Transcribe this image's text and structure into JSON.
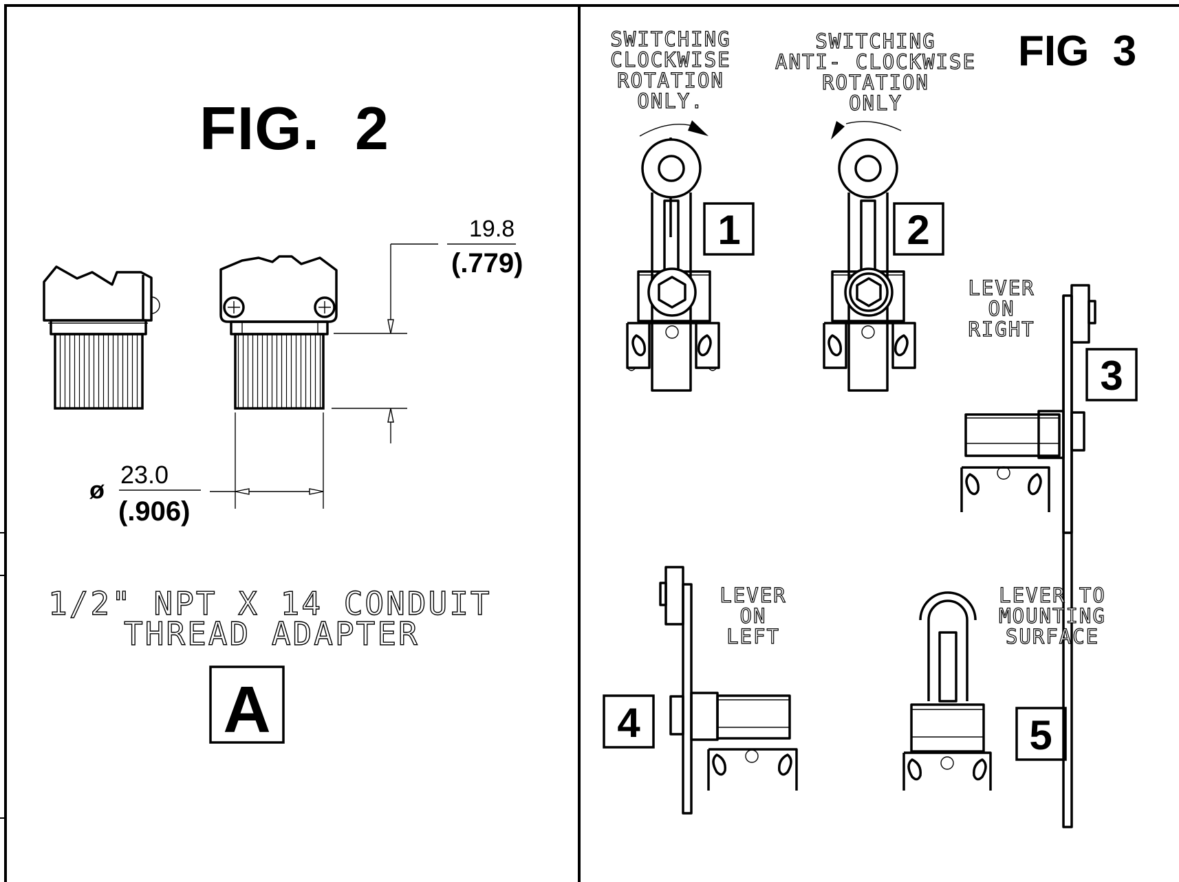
{
  "fig2": {
    "title": "FIG.  2",
    "dim_height_mm": "19.8",
    "dim_height_in": "(.779)",
    "dia_symbol": "ø",
    "dim_dia_mm": "23.0",
    "dim_dia_in": "(.906)",
    "caption_line1": "1/2\" NPT X 14 CONDUIT",
    "caption_line2": "THREAD ADAPTER",
    "letter": "A"
  },
  "fig3": {
    "title": "FIG  3",
    "note1": [
      "SWITCHING",
      "CLOCKWISE",
      "ROTATION",
      "ONLY."
    ],
    "note2": [
      "SWITCHING",
      "ANTI- CLOCKWISE",
      "ROTATION",
      "ONLY"
    ],
    "note3": [
      "LEVER",
      "ON",
      "RIGHT"
    ],
    "note4": [
      "LEVER",
      "ON",
      "LEFT"
    ],
    "note5": [
      "LEVER TO",
      "MOUNTING",
      "SURFACE"
    ],
    "labels": [
      "1",
      "2",
      "3",
      "4",
      "5"
    ]
  }
}
